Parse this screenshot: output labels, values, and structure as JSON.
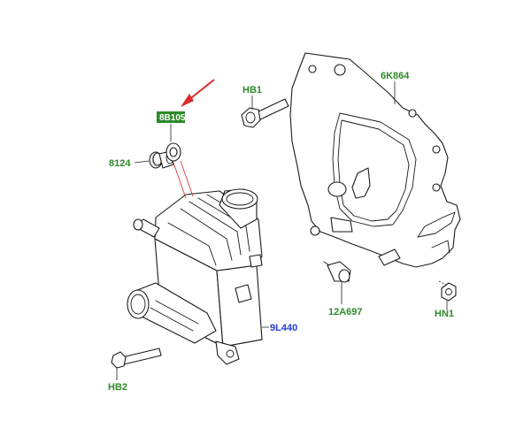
{
  "labels": {
    "bracket": "6K864",
    "bolt_top": "HB1",
    "highlighted": "8B105",
    "grommet": "8124",
    "sensor": "12A697",
    "nut": "HN1",
    "intercooler": "9L440",
    "bolt_bottom": "HB2"
  },
  "colors": {
    "label_green": "#2e8a2a",
    "label_blue": "#1f3fd6",
    "highlight_bg": "#2e8a2a",
    "arrow_red": "#d92b2b"
  }
}
